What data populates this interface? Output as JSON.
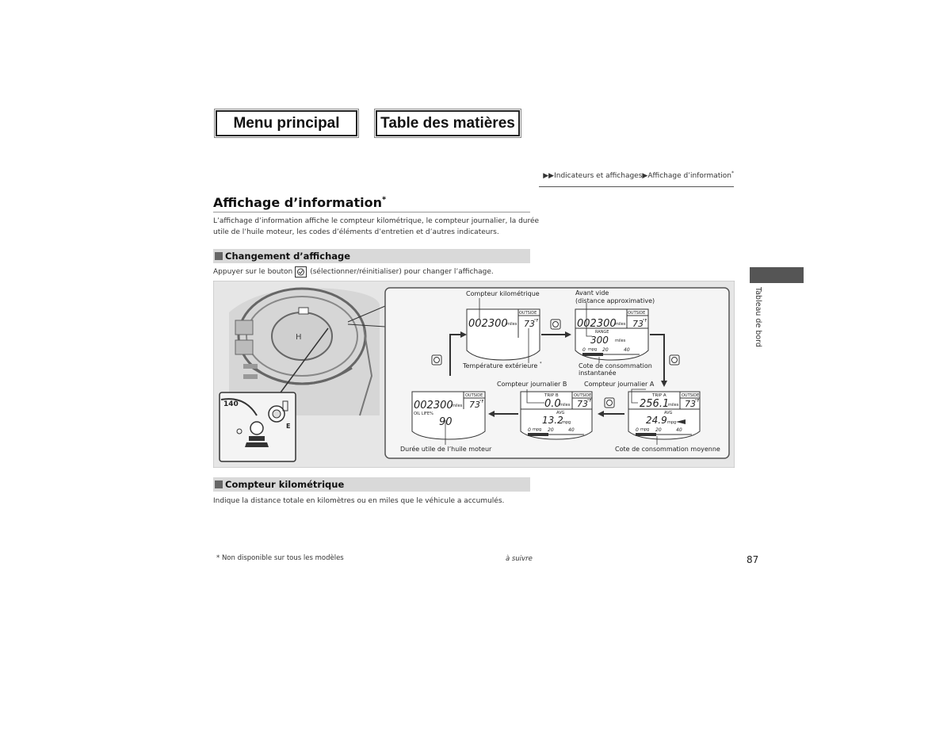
{
  "nav": {
    "main_menu": "Menu principal",
    "toc": "Table des matières"
  },
  "breadcrumb": {
    "text": "▶▶Indicateurs et affichages▶Affichage d’information",
    "star": "*"
  },
  "page": {
    "title": "Affichage d’information",
    "title_star": "*",
    "intro_line1": "L’affichage d’information affiche le compteur kilométrique, le compteur journalier, la durée",
    "intro_line2": "utile de l’huile moteur, les codes d’éléments d’entretien et d’autres indicateurs."
  },
  "section1": {
    "title": "Changement d’affichage",
    "text_before": "Appuyer sur le bouton",
    "text_after": "(sélectionner/réinitialiser) pour changer l’affichage."
  },
  "diagram": {
    "labels": {
      "odometer": "Compteur kilométrique",
      "range_line1": "Avant vide",
      "range_line2": "(distance approximative)",
      "outside_temp": "Température extérieure",
      "outside_temp_star": "*",
      "instant_line1": "Cote de consommation",
      "instant_line2": "instantanée",
      "trip_b": "Compteur journalier B",
      "trip_a": "Compteur journalier A",
      "oil_life": "Durée utile de l’huile moteur",
      "avg_fuel": "Cote de consommation moyenne"
    },
    "screens": {
      "odo_value": "002300",
      "miles": "miles",
      "outside": "OUTSIDE",
      "temp": "73",
      "temp_unit": "°F",
      "range": "RANGE",
      "range_value": "300",
      "mpg": "mpg",
      "scale_0": "0",
      "scale_20": "20",
      "scale_40": "40",
      "trip_a_label": "TRIP A",
      "trip_b_label": "TRIP B",
      "trip_a_value": "256.1",
      "trip_b_value": "0.0",
      "avg": "AVG",
      "avg_a_value": "24.9",
      "avg_b_value": "13.2",
      "oil_life_label": "OIL LIFE%",
      "oil_value": "90"
    },
    "gauge": {
      "speed": "140",
      "fuel_e": "E"
    }
  },
  "section2": {
    "title": "Compteur kilométrique",
    "text": "Indique la distance totale en kilomètres ou en miles que le véhicule a accumulés."
  },
  "side_tab": {
    "label": "Tableau de bord"
  },
  "footer": {
    "note": "* Non disponible sur tous les modèles",
    "continued": "à suivre",
    "page_number": "87"
  }
}
